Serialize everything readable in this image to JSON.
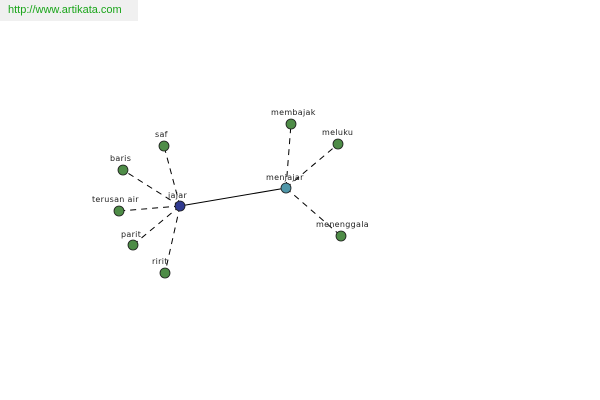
{
  "banner": {
    "url": "http://www.artikata.com"
  },
  "colors": {
    "leaf": "#4e8c47",
    "root": "#303a90",
    "hub": "#4f96a8",
    "edge": "#000000",
    "banner_text": "#1aa51a"
  },
  "nodes": [
    {
      "id": "jajar",
      "label": "jajar",
      "kind": "root"
    },
    {
      "id": "menjajar",
      "label": "menjajar",
      "kind": "hub"
    },
    {
      "id": "saf",
      "label": "saf",
      "kind": "leaf"
    },
    {
      "id": "baris",
      "label": "baris",
      "kind": "leaf"
    },
    {
      "id": "terusan_air",
      "label": "terusan air",
      "kind": "leaf"
    },
    {
      "id": "parit",
      "label": "parit",
      "kind": "leaf"
    },
    {
      "id": "ririt",
      "label": "ririt",
      "kind": "leaf"
    },
    {
      "id": "membajak",
      "label": "membajak",
      "kind": "leaf"
    },
    {
      "id": "meluku",
      "label": "meluku",
      "kind": "leaf"
    },
    {
      "id": "menenggala",
      "label": "menenggala",
      "kind": "leaf"
    }
  ],
  "edges": [
    {
      "from": "jajar",
      "to": "menjajar",
      "style": "solid"
    },
    {
      "from": "jajar",
      "to": "saf",
      "style": "dashed"
    },
    {
      "from": "jajar",
      "to": "baris",
      "style": "dashed"
    },
    {
      "from": "jajar",
      "to": "terusan_air",
      "style": "dashed"
    },
    {
      "from": "jajar",
      "to": "parit",
      "style": "dashed"
    },
    {
      "from": "jajar",
      "to": "ririt",
      "style": "dashed"
    },
    {
      "from": "menjajar",
      "to": "membajak",
      "style": "dashed"
    },
    {
      "from": "menjajar",
      "to": "meluku",
      "style": "dashed"
    },
    {
      "from": "menjajar",
      "to": "menenggala",
      "style": "dashed"
    }
  ]
}
